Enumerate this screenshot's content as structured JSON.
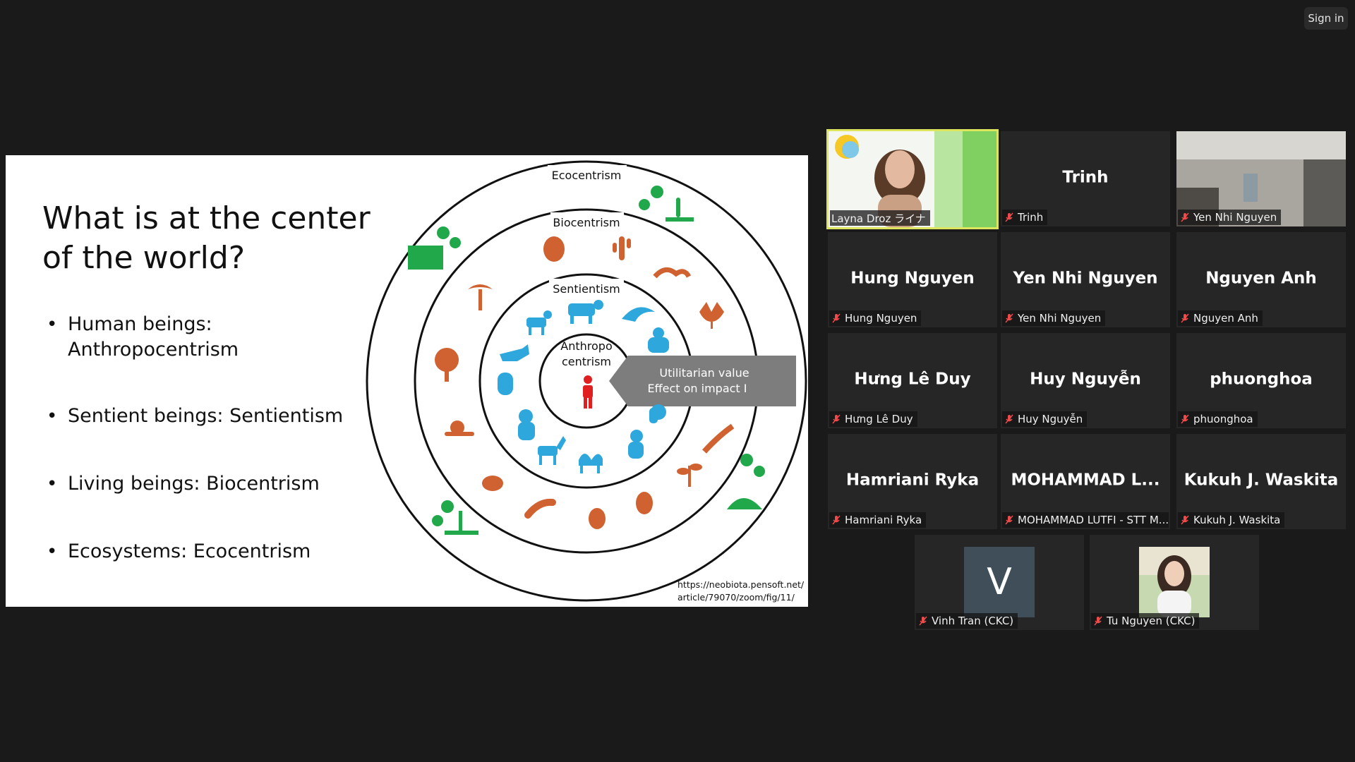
{
  "toolbar": {
    "sign_in": "Sign in"
  },
  "slide": {
    "title": "What is at the center of the world?",
    "bullets": [
      "Human beings: Anthropocentrism",
      "Sentient beings: Sentientism",
      "Living beings: Biocentrism",
      "Ecosystems: Ecocentrism"
    ],
    "diagram": {
      "rings": [
        "Ecocentrism",
        "Biocentrism",
        "Sentientism"
      ],
      "center_line1": "Anthropo",
      "center_line2": "centrism",
      "arrow_line1": "Utilitarian value",
      "arrow_line2": "Effect on impact I"
    },
    "source": "https://neobiota.pensoft.net/article/79070/zoom/fig/11/"
  },
  "colors": {
    "sentient": "#2ea7dc",
    "living": "#cf6230",
    "ecosystem": "#20a84a",
    "human": "#e02020",
    "active_speaker": "#dde55f"
  },
  "participants": [
    {
      "name": "Layna Droz ライナ",
      "type": "video-speaker"
    },
    {
      "name": "Trinh",
      "display": "Trinh",
      "type": "name"
    },
    {
      "name": "Yen Nhi Nguyen",
      "type": "video-room"
    },
    {
      "name": "Hung Nguyen",
      "display": "Hung Nguyen",
      "type": "name"
    },
    {
      "name": "Yen Nhi Nguyen",
      "display": "Yen Nhi Nguyen",
      "type": "name"
    },
    {
      "name": "Nguyen Anh",
      "display": "Nguyen Anh",
      "type": "name"
    },
    {
      "name": "Hưng Lê Duy",
      "display": "Hưng Lê Duy",
      "type": "name"
    },
    {
      "name": "Huy Nguyễn",
      "display": "Huy Nguyễn",
      "type": "name"
    },
    {
      "name": "phuonghoa",
      "display": "phuonghoa",
      "type": "name"
    },
    {
      "name": "Hamriani Ryka",
      "display": "Hamriani Ryka",
      "type": "name"
    },
    {
      "name": "MOHAMMAD LUTFI - STT M...",
      "display": "MOHAMMAD  L...",
      "type": "name"
    },
    {
      "name": "Kukuh J. Waskita",
      "display": "Kukuh J. Waskita",
      "type": "name"
    },
    {
      "name": "Vinh Tran (CKC)",
      "initial": "V",
      "type": "avatar"
    },
    {
      "name": "Tu Nguyen (CKC)",
      "type": "photo"
    }
  ]
}
